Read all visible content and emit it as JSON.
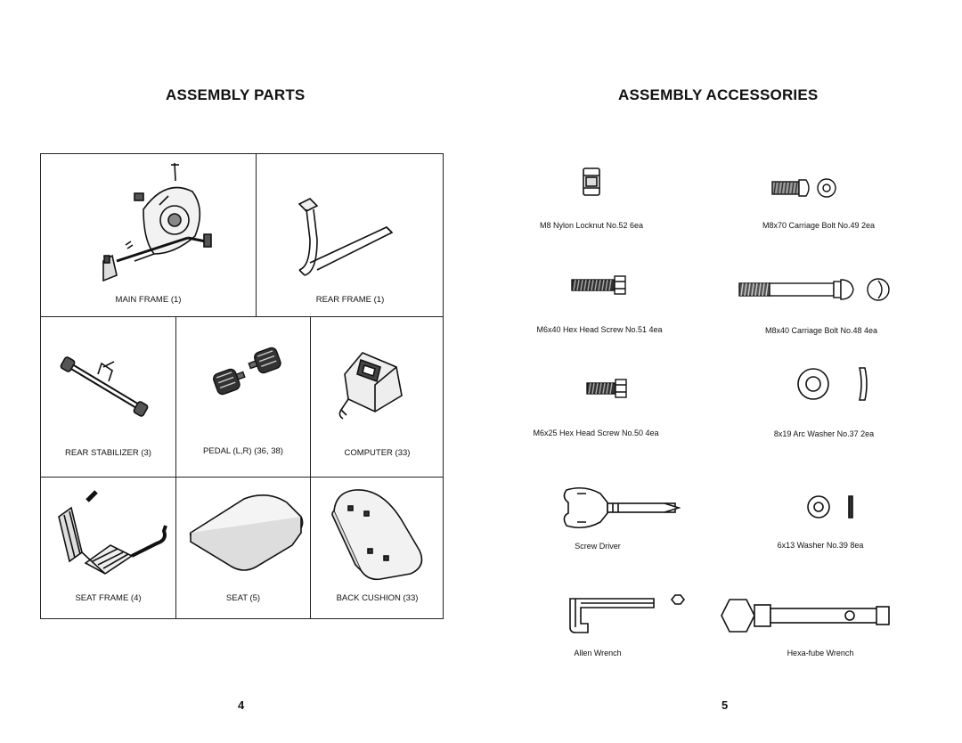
{
  "left_page": {
    "heading": "ASSEMBLY PARTS",
    "page_number": "4",
    "parts": [
      {
        "label": "MAIN FRAME (1)",
        "icon": "main-frame-illustration"
      },
      {
        "label": "REAR FRAME (1)",
        "icon": "rear-frame-illustration"
      },
      {
        "label": "REAR STABILIZER (3)",
        "icon": "rear-stabilizer-illustration"
      },
      {
        "label": "PEDAL (L,R) (36, 38)",
        "icon": "pedal-illustration"
      },
      {
        "label": "COMPUTER (33)",
        "icon": "computer-illustration"
      },
      {
        "label": "SEAT FRAME (4)",
        "icon": "seat-frame-illustration"
      },
      {
        "label": "SEAT (5)",
        "icon": "seat-illustration"
      },
      {
        "label": "BACK CUSHION (33)",
        "icon": "back-cushion-illustration"
      }
    ]
  },
  "right_page": {
    "heading": "ASSEMBLY ACCESSORIES",
    "page_number": "5",
    "accessories": [
      {
        "label": "M8 Nylon Locknut  No.52  6ea",
        "icon": "nylon-locknut-icon"
      },
      {
        "label": "M8x70 Carriage Bolt  No.49 2ea",
        "icon": "carriage-bolt-short-icon"
      },
      {
        "label": "M6x40 Hex Head Screw  No.51  4ea",
        "icon": "hex-screw-long-icon"
      },
      {
        "label": "M8x40 Carriage Bolt  No.48  4ea",
        "icon": "carriage-bolt-long-icon"
      },
      {
        "label": "M6x25 Hex Head Screw  No.50  4ea",
        "icon": "hex-screw-short-icon"
      },
      {
        "label": "8x19 Arc Washer  No.37  2ea",
        "icon": "arc-washer-icon"
      },
      {
        "label": "Screw Driver",
        "icon": "screw-driver-icon"
      },
      {
        "label": "6x13 Washer  No.39  8ea",
        "icon": "washer-icon"
      },
      {
        "label": "Allen Wrench",
        "icon": "allen-wrench-icon"
      },
      {
        "label": "Hexa-fube Wrench",
        "icon": "hexa-tube-wrench-icon"
      }
    ]
  }
}
